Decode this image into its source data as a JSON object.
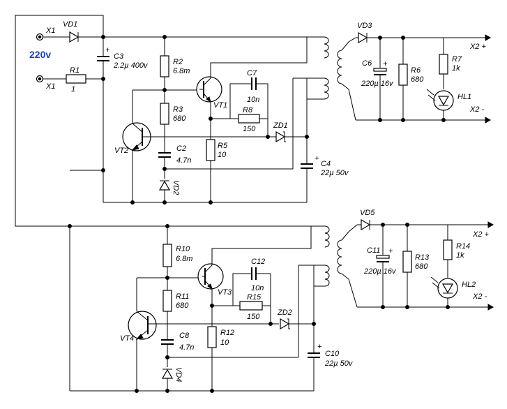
{
  "mains_label": "220v",
  "terminals": {
    "x1_top": "X1",
    "x1_bottom": "X1",
    "out1_plus": "X2 +",
    "out1_minus": "X2 -",
    "out2_plus": "X2 +",
    "out2_minus": "X2 -"
  },
  "parts": {
    "VD1": {
      "ref": "VD1"
    },
    "R1": {
      "ref": "R1",
      "value": "1"
    },
    "C3": {
      "ref": "C3",
      "value": "2.2µ 400v"
    },
    "R2": {
      "ref": "R2",
      "value": "6.8m"
    },
    "R3": {
      "ref": "R3",
      "value": "680"
    },
    "C2": {
      "ref": "C2",
      "value": "4.7n"
    },
    "VD2": {
      "ref": "VD2"
    },
    "VT1": {
      "ref": "VT1"
    },
    "VT2": {
      "ref": "VT2"
    },
    "C7": {
      "ref": "C7",
      "value": "10n"
    },
    "R8": {
      "ref": "R8",
      "value": "150"
    },
    "ZD1": {
      "ref": "ZD1"
    },
    "R5": {
      "ref": "R5",
      "value": "10"
    },
    "C4": {
      "ref": "C4",
      "value": "22µ 50v"
    },
    "VD3": {
      "ref": "VD3"
    },
    "C6": {
      "ref": "C6",
      "value": "220µ 16v"
    },
    "R6": {
      "ref": "R6",
      "value": "680"
    },
    "R7": {
      "ref": "R7",
      "value": "1k"
    },
    "HL1": {
      "ref": "HL1"
    },
    "R10": {
      "ref": "R10",
      "value": "6.8m"
    },
    "R11": {
      "ref": "R11",
      "value": "680"
    },
    "C8": {
      "ref": "C8",
      "value": "4.7n"
    },
    "VD4": {
      "ref": "VD4"
    },
    "VT3": {
      "ref": "VT3"
    },
    "VT4": {
      "ref": "VT4"
    },
    "C12": {
      "ref": "C12",
      "value": "10n"
    },
    "R15": {
      "ref": "R15",
      "value": "150"
    },
    "ZD2": {
      "ref": "ZD2"
    },
    "R12": {
      "ref": "R12",
      "value": "10"
    },
    "C10": {
      "ref": "C10",
      "value": "22µ 50v"
    },
    "VD5": {
      "ref": "VD5"
    },
    "C11": {
      "ref": "C11",
      "value": "220µ 16v"
    },
    "R13": {
      "ref": "R13",
      "value": "680"
    },
    "R14": {
      "ref": "R14",
      "value": "1k"
    },
    "HL2": {
      "ref": "HL2"
    }
  },
  "symbols": {
    "plus": "+",
    "mains_color": "#1a3fbf"
  }
}
